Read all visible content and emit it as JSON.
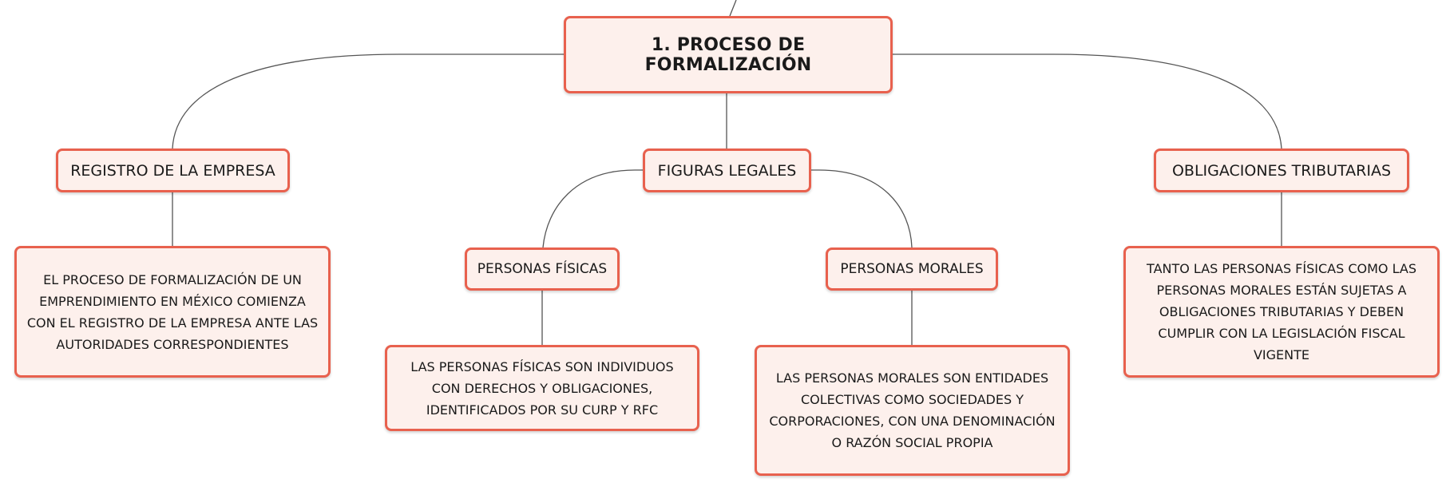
{
  "diagram": {
    "root": {
      "label": "1. PROCESO DE FORMALIZACIÓN"
    },
    "registro": {
      "label": "REGISTRO DE LA EMPRESA",
      "description": "EL PROCESO DE FORMALIZACIÓN DE UN EMPRENDIMIENTO EN MÉXICO COMIENZA CON EL REGISTRO DE LA EMPRESA ANTE LAS AUTORIDADES CORRESPONDIENTES"
    },
    "figuras": {
      "label": "FIGURAS LEGALES",
      "fisicas": {
        "label": "PERSONAS FÍSICAS",
        "description": "LAS PERSONAS FÍSICAS SON INDIVIDUOS CON DERECHOS Y OBLIGACIONES, IDENTIFICADOS POR SU CURP Y RFC"
      },
      "morales": {
        "label": "PERSONAS MORALES",
        "description": "LAS PERSONAS MORALES SON ENTIDADES COLECTIVAS COMO SOCIEDADES Y CORPORACIONES, CON UNA DENOMINACIÓN O RAZÓN SOCIAL PROPIA"
      }
    },
    "obligaciones": {
      "label": "OBLIGACIONES TRIBUTARIAS",
      "description": "TANTO LAS PERSONAS FÍSICAS COMO LAS PERSONAS MORALES ESTÁN SUJETAS A OBLIGACIONES TRIBUTARIAS Y DEBEN CUMPLIR CON LA LEGISLACIÓN FISCAL VIGENTE"
    },
    "colors": {
      "node_border": "#e8614e",
      "node_fill": "#fdf0ec",
      "connector": "#555555"
    }
  }
}
